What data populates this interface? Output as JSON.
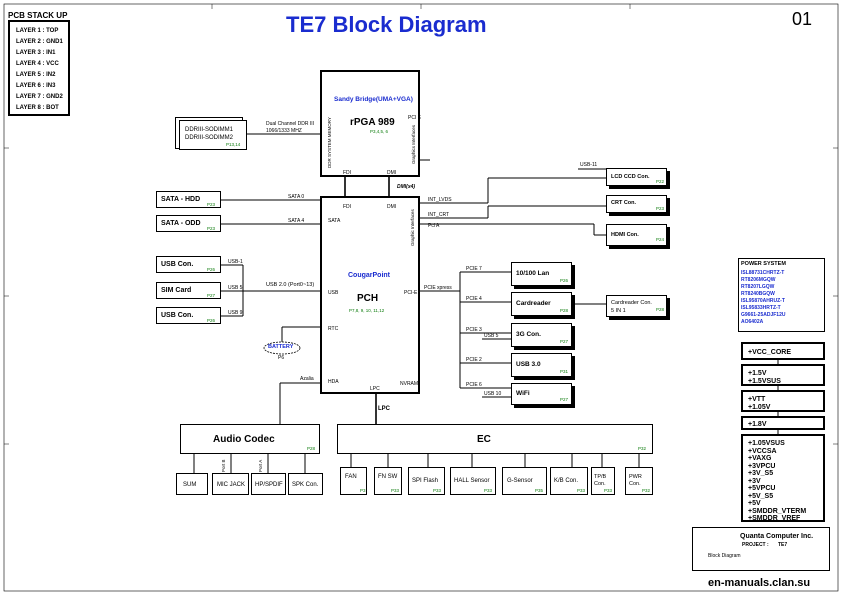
{
  "title": "TE7 Block Diagram",
  "page_no": "01",
  "stack": {
    "title": "PCB STACK UP",
    "layers": [
      "LAYER 1 : TOP",
      "LAYER 2 : GND1",
      "LAYER 3 : IN1",
      "LAYER 4 : VCC",
      "LAYER 5 : IN2",
      "LAYER 6 : IN3",
      "LAYER 7 : GND2",
      "LAYER 8 : BOT"
    ]
  },
  "cpu": {
    "name": "Sandy Bridge(UMA+VGA)",
    "pkg": "rPGA 989",
    "ref": "P3,4,5, 6",
    "v1": "DDR SYSTEM MEMORY",
    "v2": "Graphics Interfaces",
    "pcie": "PCI E",
    "fdi": "FDI",
    "dmi": "DMI"
  },
  "dimm": {
    "l1": "DDRIII-SODIMM1",
    "l2": "DDRIII-SODIMM2",
    "ref": "P13,14",
    "bus1": "Dual Channel DDR III",
    "bus2": "1066/1333 MHZ"
  },
  "dmi_x4": "DMI(x4)",
  "pch": {
    "name": "CougarPoint",
    "pch": "PCH",
    "ref": "P7,8, 9, 10, 11,12",
    "fdi": "FDI",
    "dmi": "DMI",
    "sata": "SATA",
    "usb": "USB",
    "rtc": "RTC",
    "hda": "HDA",
    "lpc": "LPC",
    "nvram": "NVRAM",
    "pcie": "PCI-E",
    "v": "Graphic Interfaces",
    "pciea": "Pci A"
  },
  "sata_hdd": {
    "label": "SATA - HDD",
    "ref": "P23",
    "bus": "SATA 0"
  },
  "sata_odd": {
    "label": "SATA - ODD",
    "ref": "P23",
    "bus": "SATA 4"
  },
  "usb1": {
    "label": "USB Con.",
    "ref": "P26",
    "bus": "USB-1"
  },
  "sim": {
    "label": "SIM Card",
    "ref": "P27",
    "bus": "USB 5"
  },
  "usb2": {
    "label": "USB Con.",
    "ref": "P26",
    "bus": "USB 9"
  },
  "usb_bus": "USB 2.0 (Port0~13)",
  "battery": {
    "label": "BATTERY",
    "ref": "P6"
  },
  "azalia": "Azalia",
  "lcd": {
    "label": "LCD CCD Con.",
    "ref": "P22",
    "bus": "USB-11"
  },
  "crt": {
    "label": "CRT Con.",
    "ref": "P23"
  },
  "hdmi": {
    "label": "HDMI Con.",
    "ref": "P24"
  },
  "int_lvds": "INT_LVDS",
  "int_crt": "INT_CRT",
  "lan": {
    "label": "10/100 Lan",
    "ref": "P26",
    "bus": "PCIE 7"
  },
  "card": {
    "label": "Cardreader",
    "ref": "P28",
    "bus": "PCIE 4"
  },
  "card_con": {
    "l1": "Cardreader Con.",
    "l2": "5 IN 1",
    "ref": "P28"
  },
  "g3": {
    "label": "3G Con.",
    "ref": "P27",
    "bus": "PCIE 3",
    "bus2": "USB 5"
  },
  "usb3": {
    "label": "USB 3.0",
    "ref": "P31",
    "bus": "PCIE 2"
  },
  "wifi": {
    "label": "WiFi",
    "ref": "P27",
    "bus": "PCIE 6",
    "bus2": "USB 10"
  },
  "pcie_express": "PCIE xpress",
  "audio": {
    "label": "Audio Codec",
    "ref": "P28"
  },
  "ec": {
    "label": "EC",
    "ref": "P32"
  },
  "lpc": "LPC",
  "audio_subs": [
    "SUM",
    "MIC JACK",
    "HP/SPDIF",
    "SPK Con."
  ],
  "port_b": "Port B",
  "port_a": "Port A",
  "ec_subs": [
    {
      "label": "FAN",
      "ref": "P3"
    },
    {
      "label": "FN SW",
      "ref": "P33"
    },
    {
      "label": "SPI Flash",
      "ref": "P33"
    },
    {
      "label": "HALL Sensor",
      "ref": "P33"
    },
    {
      "label": "G-Sensor",
      "ref": "P35"
    },
    {
      "label": "K/B Con.",
      "ref": "P33"
    },
    {
      "label": "TP/B Con.",
      "ref": "P33"
    },
    {
      "label": "PWR Con.",
      "ref": "P32"
    }
  ],
  "power_system": {
    "title": "POWER SYSTEM",
    "items": [
      "ISL88731CHRTZ-T",
      "RT8206MGQW",
      "RT8207LGQW",
      "RT8240BGQW",
      "ISL95870AHRUZ-T",
      "ISL95833HRTZ-T",
      "G9661-25ADJF12U",
      "AO6402A"
    ]
  },
  "rails": [
    [
      "+VCC_CORE"
    ],
    [
      "+1.5V",
      "+1.5VSUS"
    ],
    [
      "+VTT",
      "+1.05V"
    ],
    [
      "+1.8V"
    ],
    [
      "+1.05VSUS",
      "+VCCSA",
      "+VAXG",
      "+3VPCU",
      "+3V_S5",
      "+3V",
      "+5VPCU",
      "+5V_S5",
      "+5V",
      "+SMDDR_VTERM",
      "+SMDDR_VREF"
    ]
  ],
  "company": {
    "name": "Quanta Computer Inc.",
    "project_label": "PROJECT :",
    "project": "TE7",
    "doc_title": "Block Diagram"
  },
  "watermark": "en-manuals.clan.su",
  "colors": {
    "title": "#1a2ccf",
    "ref": "#0a7a0a",
    "line": "#000000"
  }
}
